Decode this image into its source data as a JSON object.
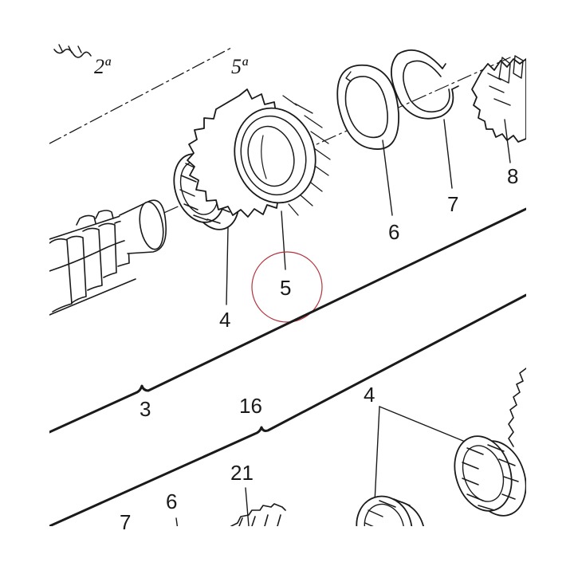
{
  "gear_labels": {
    "second": "2ª",
    "fifth": "5ª"
  },
  "callouts": {
    "p3": "3",
    "p4_upper": "4",
    "p5": "5",
    "p6_upper": "6",
    "p7_upper": "7",
    "p8": "8",
    "p16": "16",
    "p4_lower": "4",
    "p21": "21",
    "p6_lower": "6",
    "p7_lower": "7"
  },
  "colors": {
    "ink": "#1a1a1a",
    "highlight_circle": "#b5323c",
    "background": "#ffffff"
  }
}
